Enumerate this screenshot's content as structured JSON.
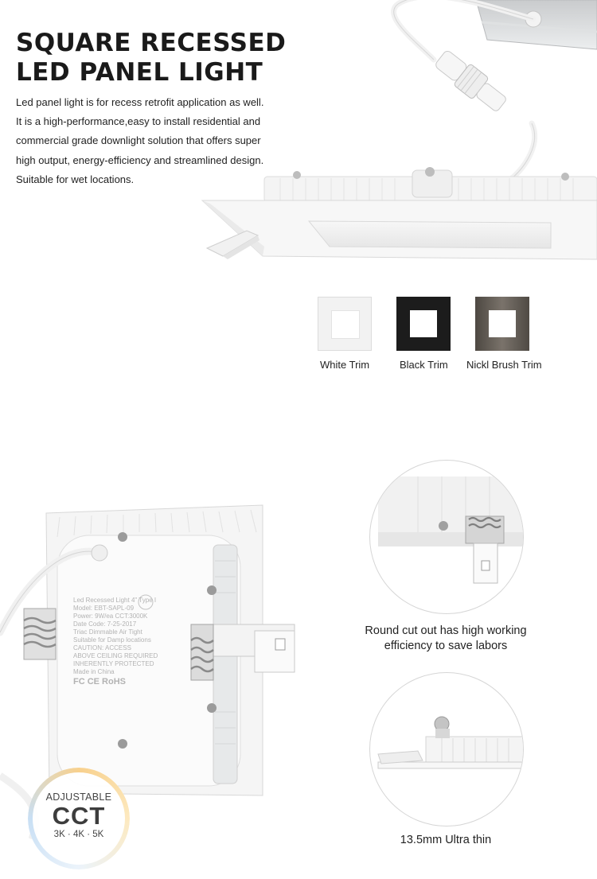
{
  "header": {
    "title_line1": "SQUARE RECESSED",
    "title_line2": "LED PANEL LIGHT"
  },
  "description": {
    "lines": [
      "Led panel light is for recess retrofit application as well.",
      "It is a high-performance,easy to install residential and",
      "commercial grade downlight solution that offers super",
      "high output, energy-efficiency and streamlined design.",
      "Suitable for wet locations."
    ]
  },
  "trims": [
    {
      "label": "White Trim",
      "color": "#f2f2f2"
    },
    {
      "label": "Black Trim",
      "color": "#1c1c1c"
    },
    {
      "label": "Nickl Brush Trim",
      "color": "#5e5852"
    }
  ],
  "features": [
    {
      "caption_line1": "Round cut out has high working",
      "caption_line2": "efficiency to save labors",
      "icon": "spring-clip-closeup"
    },
    {
      "caption_line1": "13.5mm Ultra thin",
      "icon": "panel-profile-closeup"
    }
  ],
  "label_sticker": {
    "lines": [
      "Led Recessed Light 4\" Type I",
      "Model: EBT-SAPL-09",
      "Power: 9W/ea  CCT:3000K",
      "Date Code: 7-25-2017",
      "Triac Dimmable Air Tight",
      "Suitable for Damp locations",
      "CAUTION: ACCESS",
      "ABOVE CEILING REQUIRED",
      "INHERENTLY PROTECTED",
      "Made in China",
      "FC CE RoHS"
    ]
  },
  "cct_badge": {
    "label": "ADJUSTABLE",
    "main": "CCT",
    "temps": "3K · 4K · 5K"
  },
  "colors": {
    "title": "#1a1a1a",
    "text": "#222222",
    "panel_white": "#f4f4f4",
    "frame_shadow": "#d9d9d9"
  }
}
